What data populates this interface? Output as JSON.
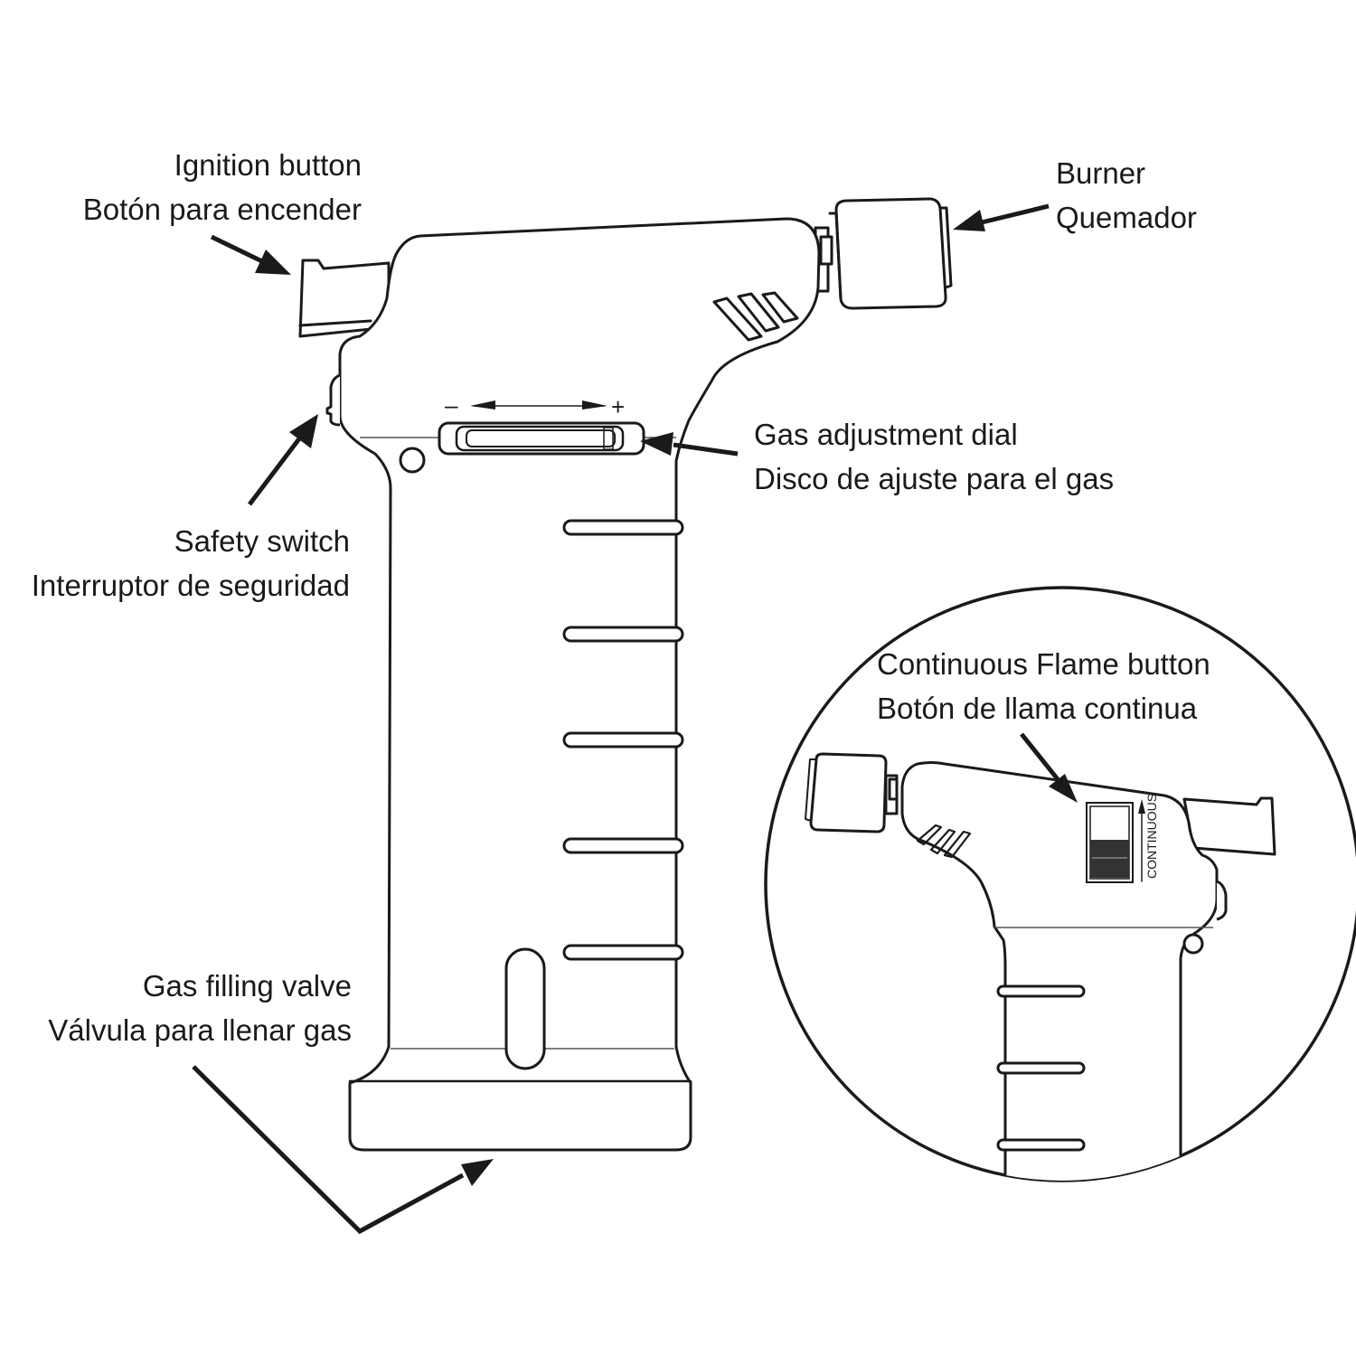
{
  "diagram": {
    "subject": "Butane kitchen torch",
    "labels": {
      "ignition": {
        "en": "Ignition button",
        "es": "Botón para encender"
      },
      "burner": {
        "en": "Burner",
        "es": "Quemador"
      },
      "gas_dial": {
        "en": "Gas adjustment dial",
        "es": "Disco de ajuste para el gas"
      },
      "safety": {
        "en": "Safety switch",
        "es": "Interruptor de seguridad"
      },
      "continuous": {
        "en": "Continuous Flame button",
        "es": "Botón de llama continua"
      },
      "filling_valve": {
        "en": "Gas filling valve",
        "es": "Válvula para llenar gas"
      }
    },
    "dial_scale": {
      "minus": "–",
      "plus": "+"
    },
    "continuous_switch_text": "CONTINUOUS",
    "colors": {
      "line": "#1a1a1a",
      "background": "#ffffff",
      "switch_dark": "#333333"
    }
  }
}
